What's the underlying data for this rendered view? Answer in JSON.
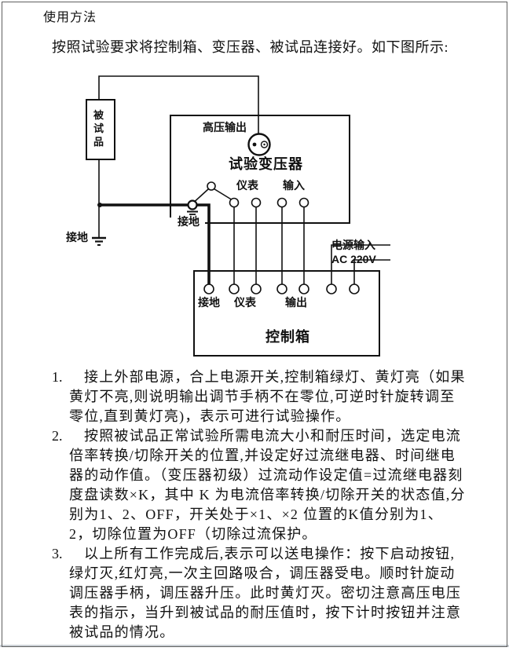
{
  "page": {
    "title": "使用方法",
    "intro": "按照试验要求将控制箱、变压器、被试品连接好。如下图所示:"
  },
  "diagram": {
    "specimen": "被试品",
    "ground_left": "接地",
    "hv_output": "高压输出",
    "transformer_title": "试验变压器",
    "transformer_meter": "仪表",
    "transformer_input": "输入",
    "transformer_ground": "接地",
    "control_box_title": "控制箱",
    "cb_ground": "接地",
    "cb_meter": "仪表",
    "cb_output": "输出",
    "power_in": "电源输入",
    "power_voltage": "AC 220V"
  },
  "instructions": [
    {
      "num": "1.",
      "text": "接上外部电源，合上电源开关,控制箱绿灯、黄灯亮（如果黄灯不亮,则说明输出调节手柄不在零位,可逆时针旋转调至零位,直到黄灯亮)，表示可进行试验操作。"
    },
    {
      "num": "2.",
      "text": "按照被试品正常试验所需电流大小和耐压时间，选定电流倍率转换/切除开关的位置,并设定好过流继电器、时间继电器的动作值。（变压器初级）过流动作设定值=过流继电器刻度盘读数×K，其中 K 为电流倍率转换/切除开关的状态值,分别为1、2、OFF，开关处于×1、×2 位置的K值分别为1、2，切除位置为OFF（切除过流保护。"
    },
    {
      "num": "3.",
      "text": "以上所有工作完成后,表示可以送电操作：按下启动按钮,绿灯灭,红灯亮,一次主回路吸合，调压器受电。顺时针旋动调压器手柄，调压器升压。此时黄灯灭。密切注意高压电压表的指示，当升到被试品的耐压值时，按下计时按钮并注意被试品的情况。"
    }
  ]
}
